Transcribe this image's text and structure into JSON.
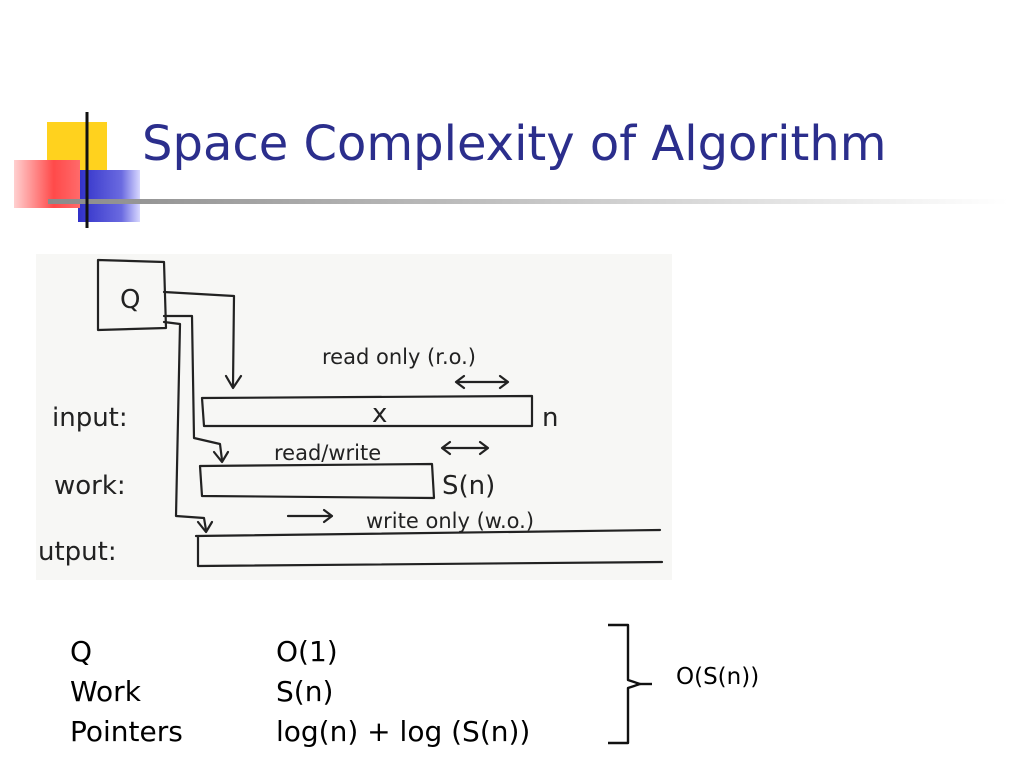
{
  "slide": {
    "title": "Space Complexity of Algorithm"
  },
  "sketch": {
    "oracle_label": "Q",
    "tape_labels": {
      "input": "input:",
      "work": "work:",
      "output": "utput:"
    },
    "access_notes": {
      "input": "read only (r.o.)",
      "work": "read/write",
      "output": "write only (w.o.)"
    },
    "tape_symbols": {
      "input_content": "x",
      "input_length": "n",
      "work_length": "S(n)"
    }
  },
  "complexity_table": {
    "rows": [
      {
        "name": "Q",
        "cost": "O(1)"
      },
      {
        "name": "Work",
        "cost": "S(n)"
      },
      {
        "name": "Pointers",
        "cost": "log(n) + log (S(n))"
      }
    ],
    "total": "O(S(n))"
  },
  "colors": {
    "title": "#2b2e8c",
    "accent_yellow": "#ffd21e",
    "accent_blue": "#3a3ad0",
    "accent_red": "#ff4a4a"
  }
}
